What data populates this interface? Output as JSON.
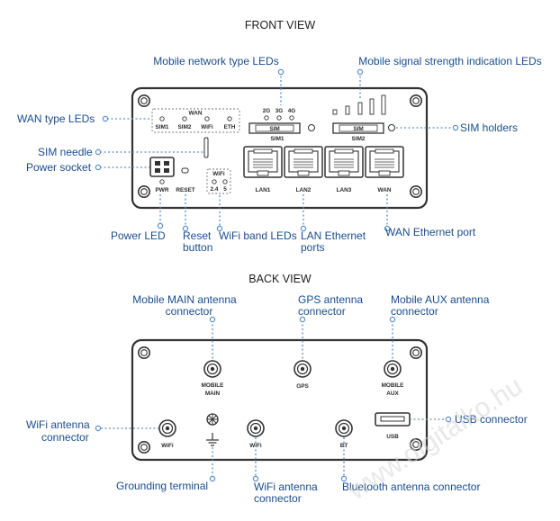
{
  "front": {
    "title": "FRONT VIEW",
    "device": {
      "wan": "WAN",
      "sim1": "SIM1",
      "sim2": "SIM2",
      "wifi": "WiFi",
      "eth": "ETH",
      "g2": "2G",
      "g3": "3G",
      "g4": "4G",
      "sim": "SIM",
      "sim1_slot": "SIM1",
      "sim2_slot": "SIM2",
      "wifi_box": "WiFi",
      "band24": "2.4",
      "band5": "5",
      "pwr": "PWR",
      "reset": "RESET",
      "lan1": "LAN1",
      "lan2": "LAN2",
      "lan3": "LAN3",
      "wan_port": "WAN"
    },
    "callouts": {
      "mobile_type": "Mobile network type LEDs",
      "signal": "Mobile signal strength indication LEDs",
      "wan_type": "WAN type LEDs",
      "sim_holders": "SIM holders",
      "sim_needle": "SIM needle",
      "power_socket": "Power socket",
      "power_led": "Power LED",
      "reset_1": "Reset",
      "reset_2": "button",
      "wifi_band": "WiFi band LEDs",
      "lan_1": "LAN Ethernet",
      "lan_2": "ports",
      "wan_eth": "WAN Ethernet port"
    }
  },
  "back": {
    "title": "BACK VIEW",
    "device": {
      "mobile_main_1": "MOBILE",
      "mobile_main_2": "MAIN",
      "gps": "GPS",
      "mobile_aux_1": "MOBILE",
      "mobile_aux_2": "AUX",
      "wifi_left": "WiFi",
      "wifi_mid": "WiFi",
      "bt": "BT",
      "usb": "USB"
    },
    "callouts": {
      "main_1": "Mobile MAIN antenna",
      "main_2": "connector",
      "gps_1": "GPS antenna",
      "gps_2": "connector",
      "aux_1": "Mobile AUX antenna",
      "aux_2": "connector",
      "wifi_l_1": "WiFi antenna",
      "wifi_l_2": "connector",
      "usb": "USB connector",
      "ground": "Grounding terminal",
      "wifi_b_1": "WiFi antenna",
      "wifi_b_2": "connector",
      "bt": "Bluetooth antenna connector"
    }
  },
  "watermark": "www.digitalko.hu",
  "colors": {
    "callout": "#1a4d8c",
    "dot_line": "#5b8ec9",
    "device_stroke": "#333333"
  }
}
